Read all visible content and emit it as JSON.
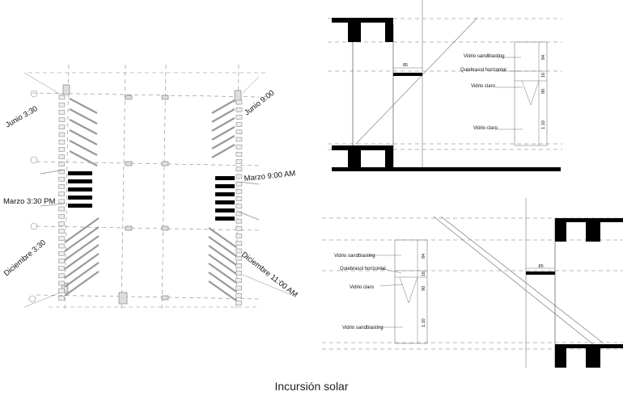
{
  "caption": "Incursión solar",
  "plan": {
    "labels": {
      "junio_330": "Junio 3:30",
      "junio_900": "Junio 9:00",
      "marzo_330": "Marzo 3:30 PM",
      "marzo_900": "Marzo 9:00 AM",
      "diciembre_330": "Diciembre 3:30",
      "diciembre_1100": "Diciembre 11:00 AM"
    }
  },
  "section_top": {
    "width_dim": "85",
    "notes": {
      "vidrio_sandblasting": "Vidrio sandblasting",
      "quiebrasol_horizontal": "Quiebrasol horizontal",
      "vidrio_claro_1": "Vidrio claro",
      "vidrio_claro_2": "Vidrio claro"
    },
    "dims": {
      "d1": "84",
      "d2": "16",
      "d3": "90",
      "d4": "1.10"
    }
  },
  "section_bottom": {
    "width_dim": ".85",
    "notes": {
      "vidrio_sandblasting_1": "Vidrio sandblasting",
      "quiebrasol_horizontal": "Quiebrasol horizontal",
      "vidrio_claro": "Vidrio claro",
      "vidrio_sandblasting_2": "Vidrio sandblasting"
    },
    "dims": {
      "d1": "84",
      "d2": "16",
      "d3": "90",
      "d4": "1.10"
    }
  }
}
